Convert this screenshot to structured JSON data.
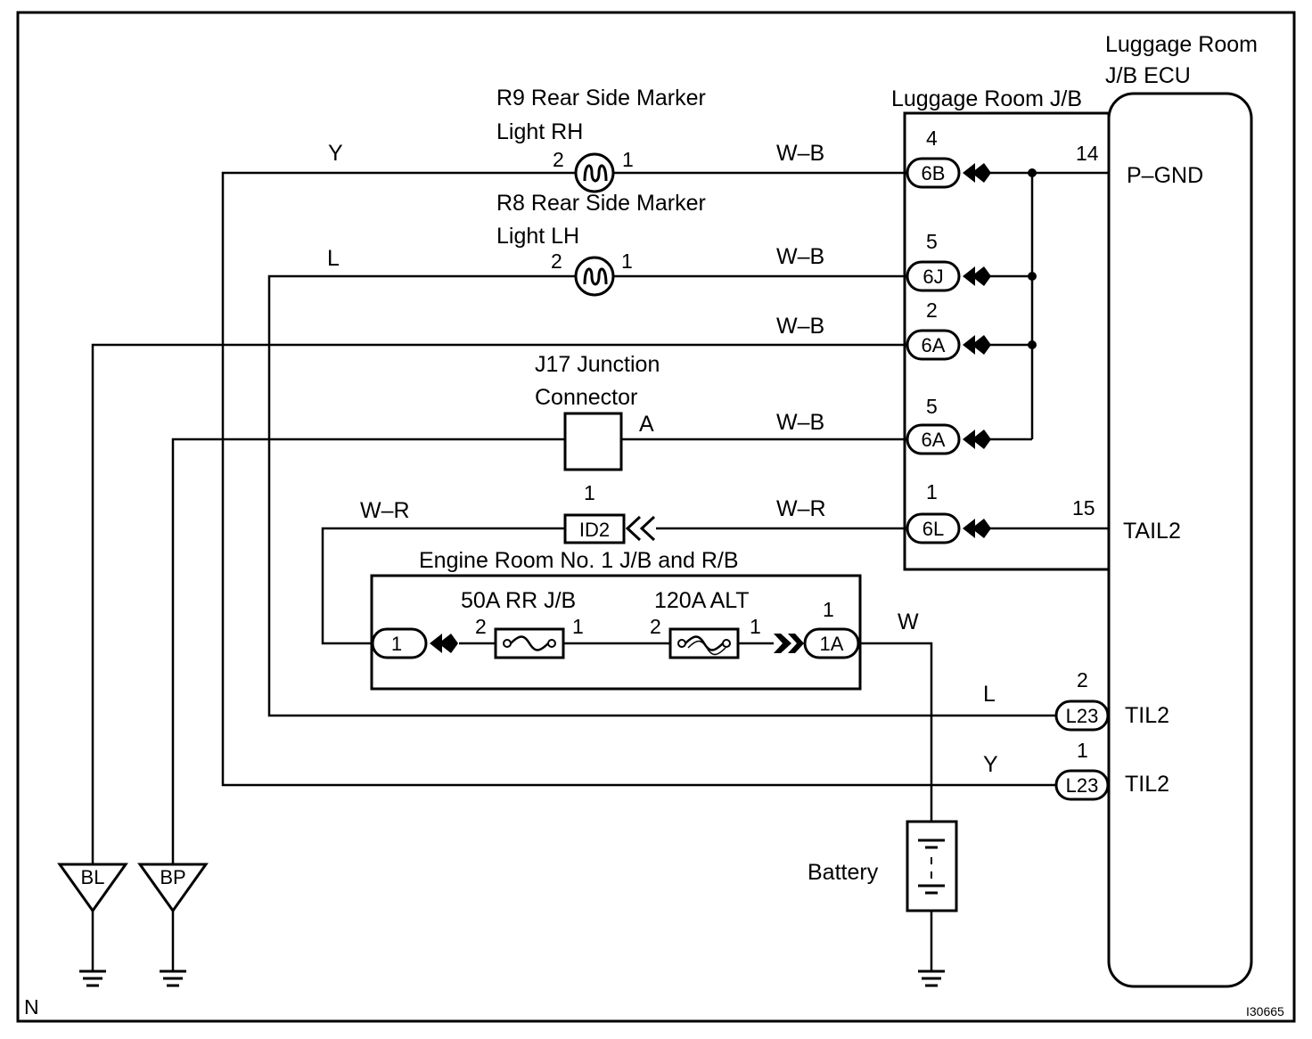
{
  "components": {
    "ecu_title_line1": "Luggage Room",
    "ecu_title_line2": "J/B ECU",
    "jb_title": "Luggage Room J/B",
    "r9_line1": "R9 Rear Side Marker",
    "r9_line2": "Light RH",
    "r8_line1": "R8 Rear Side Marker",
    "r8_line2": "Light LH",
    "j17_line1": "J17 Junction",
    "j17_line2": "Connector",
    "engine_room_title": "Engine Room No. 1 J/B and R/B",
    "fuse_50a": "50A RR J/B",
    "fuse_120a": "120A ALT",
    "battery": "Battery"
  },
  "ecu_terminals": {
    "p_gnd": "P–GND",
    "tail2": "TAIL2",
    "til2_a": "TIL2",
    "til2_b": "TIL2"
  },
  "connectors": {
    "c6b": "6B",
    "c6j": "6J",
    "c6a_top": "6A",
    "c6a_bottom": "6A",
    "c6l": "6L",
    "id2": "ID2",
    "c1": "1",
    "c1a": "1A",
    "l23_a": "L23",
    "l23_b": "L23",
    "j17_pin": "A"
  },
  "pins": {
    "p6b": "4",
    "p6j": "5",
    "p6a_top": "2",
    "p6a_bottom": "5",
    "p6l": "1",
    "p14": "14",
    "p15": "15",
    "r9_p2": "2",
    "r9_p1": "1",
    "r8_p2": "2",
    "r8_p1": "1",
    "id2_pin": "1",
    "f50_p2": "2",
    "f50_p1": "1",
    "f120_p2": "2",
    "f120_p1": "1",
    "c1a_pin": "1",
    "l23a_pin": "2",
    "l23b_pin": "1"
  },
  "wire_colors": {
    "y_top": "Y",
    "l_top": "L",
    "wb1": "W–B",
    "wb2": "W–B",
    "wb3": "W–B",
    "wb4": "W–B",
    "wr_left": "W–R",
    "wr_right": "W–R",
    "w_batt": "W",
    "l_bottom": "L",
    "y_bottom": "Y"
  },
  "grounds": {
    "bl": "BL",
    "bp": "BP"
  },
  "corner": {
    "n": "N",
    "code": "I30665"
  }
}
